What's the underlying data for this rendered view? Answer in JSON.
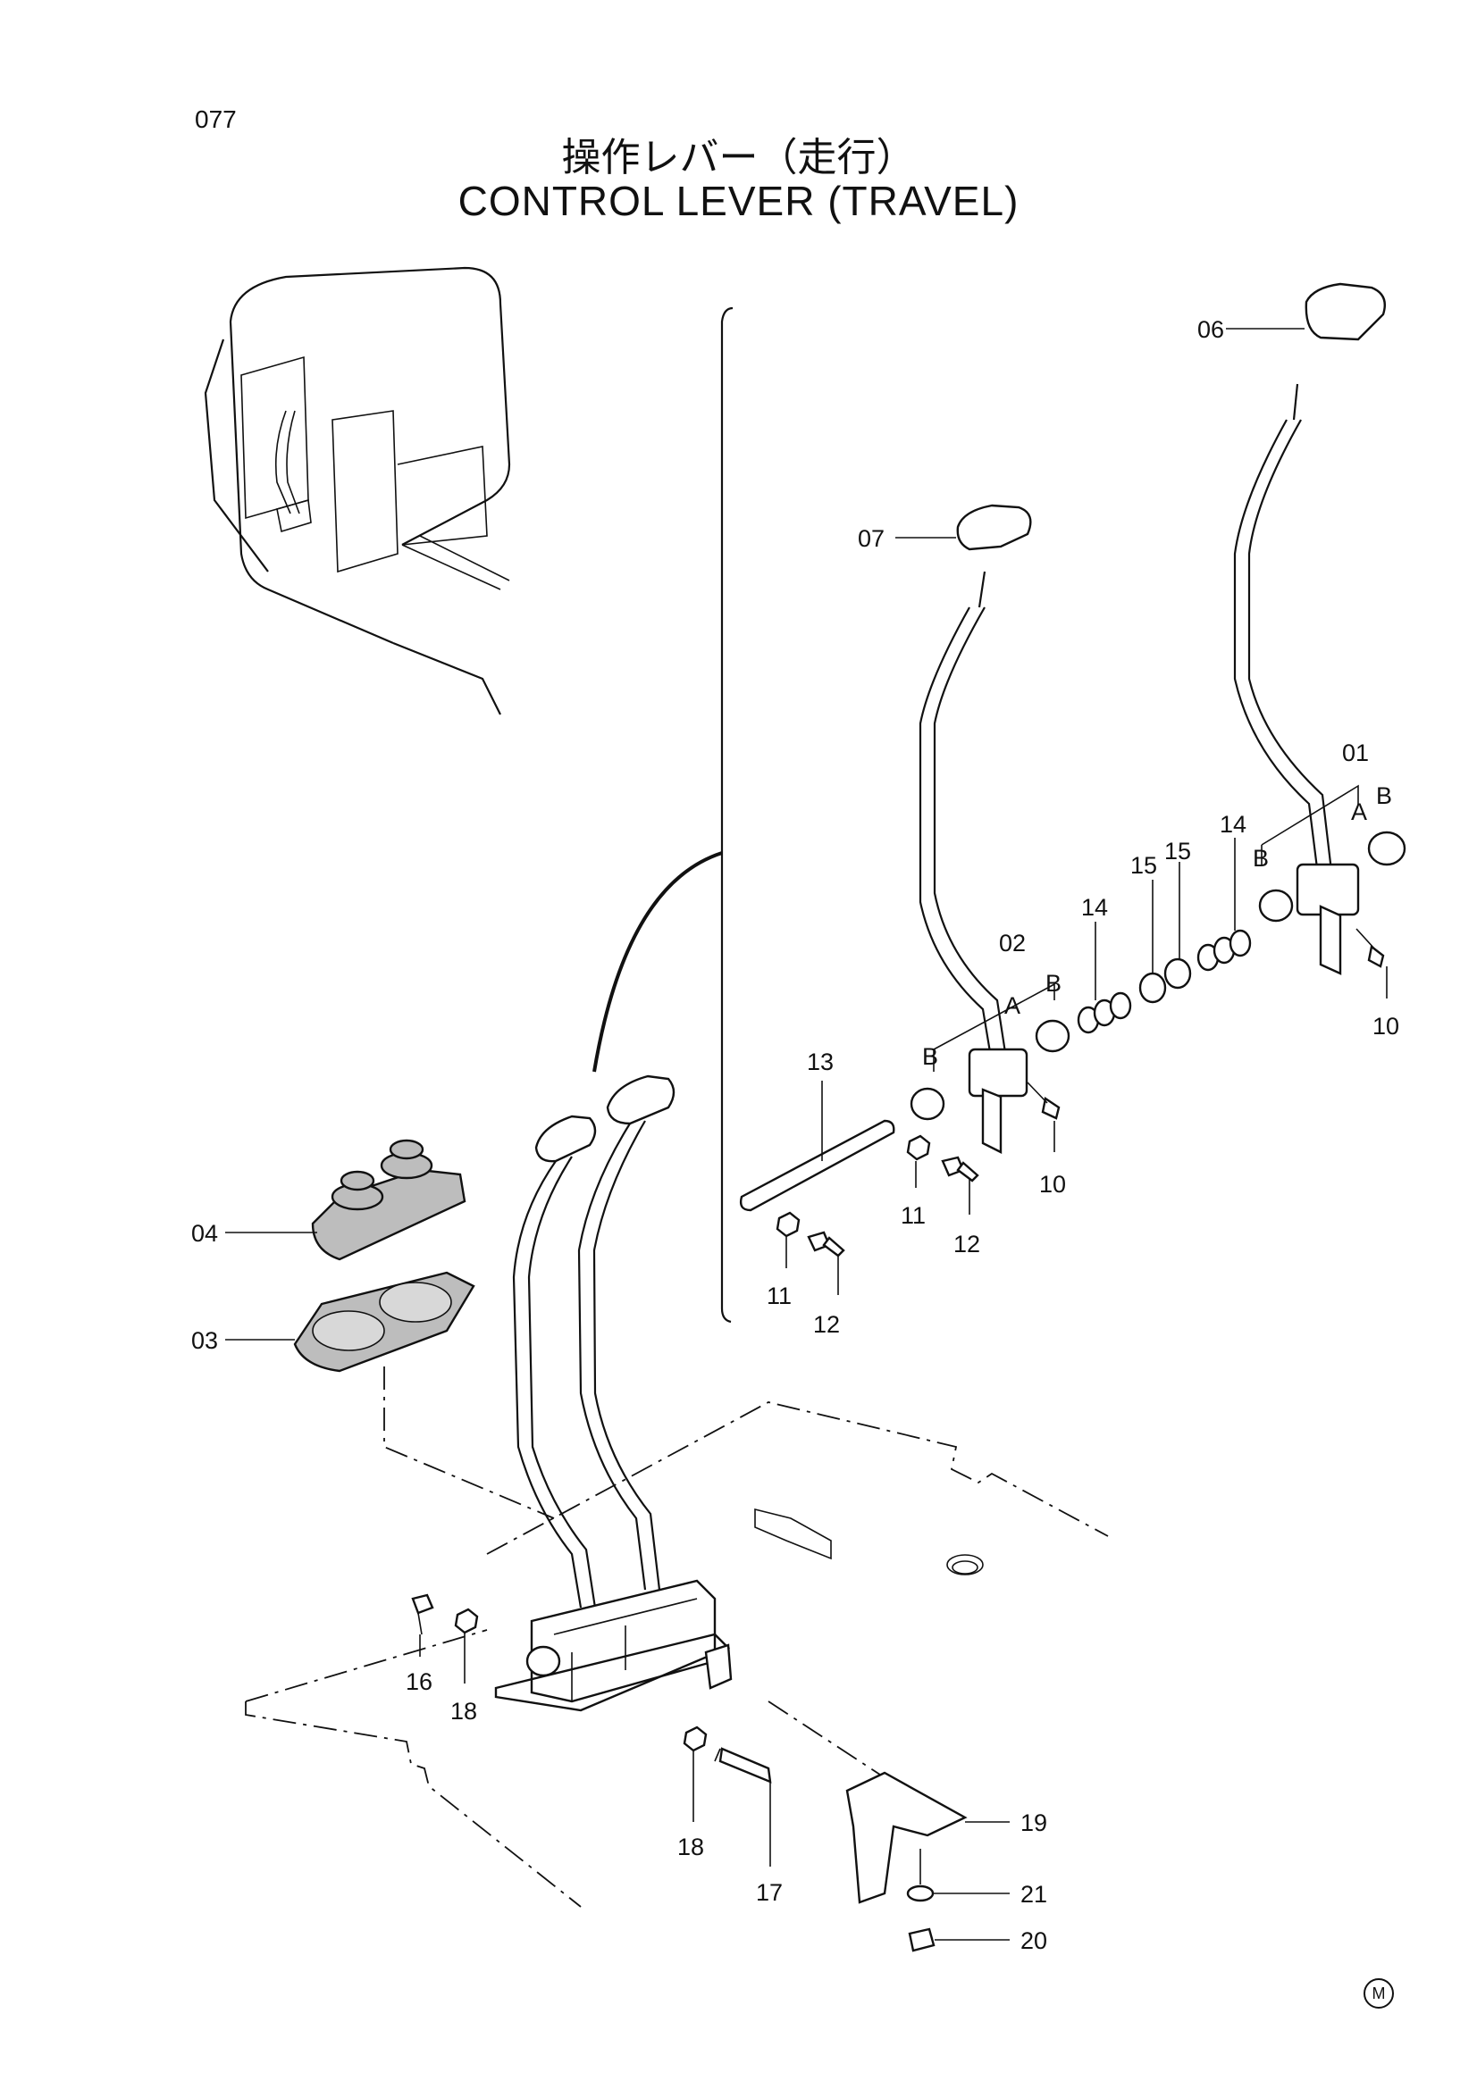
{
  "header": {
    "page_number": "077",
    "title_jp": "操作レバー（走行）",
    "title_en": "CONTROL LEVER (TRAVEL)"
  },
  "callouts": {
    "c01": "01",
    "c02": "02",
    "c03": "03",
    "c04": "04",
    "c06": "06",
    "c07": "07",
    "c10a": "10",
    "c10b": "10",
    "c11a": "11",
    "c11b": "11",
    "c12a": "12",
    "c12b": "12",
    "c13": "13",
    "c14a": "14",
    "c14b": "14",
    "c15a": "15",
    "c15b": "15",
    "c16": "16",
    "c17": "17",
    "c18a": "18",
    "c18b": "18",
    "c19": "19",
    "c20": "20",
    "c21": "21",
    "a1": "A",
    "b1": "B",
    "b2": "B",
    "a2": "A",
    "b3": "B",
    "b4": "B"
  },
  "footer": {
    "mark": "M"
  }
}
